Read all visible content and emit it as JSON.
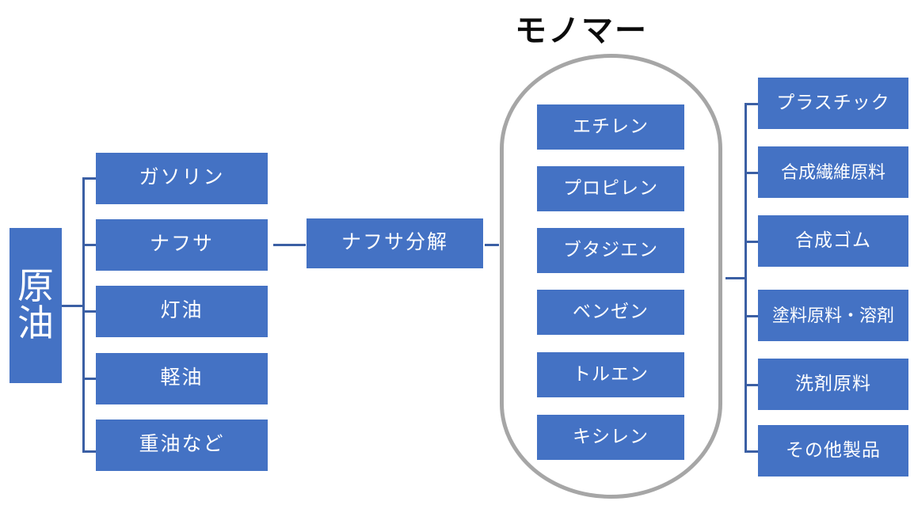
{
  "diagram": {
    "title": "モノマー",
    "accent_box_color": "#4472C4",
    "connector_color": "#3B5FA4",
    "oval_color": "#A6A6A6",
    "text_color": "#FFFFFF",
    "title_color": "#0B0B0B"
  },
  "source": {
    "label": "原油",
    "line1": "原",
    "line2": "油"
  },
  "fractions": [
    {
      "label": "ガソリン"
    },
    {
      "label": "ナフサ"
    },
    {
      "label": "灯油"
    },
    {
      "label": "軽油"
    },
    {
      "label": "重油など"
    }
  ],
  "process": {
    "label": "ナフサ分解"
  },
  "monomers": [
    {
      "label": "エチレン"
    },
    {
      "label": "プロピレン"
    },
    {
      "label": "ブタジエン"
    },
    {
      "label": "ベンゼン"
    },
    {
      "label": "トルエン"
    },
    {
      "label": "キシレン"
    }
  ],
  "products": [
    {
      "label": "プラスチック"
    },
    {
      "label": "合成繊維原料"
    },
    {
      "label": "合成ゴム"
    },
    {
      "label": "塗料原料・溶剤"
    },
    {
      "label": "洗剤原料"
    },
    {
      "label": "その他製品"
    }
  ]
}
